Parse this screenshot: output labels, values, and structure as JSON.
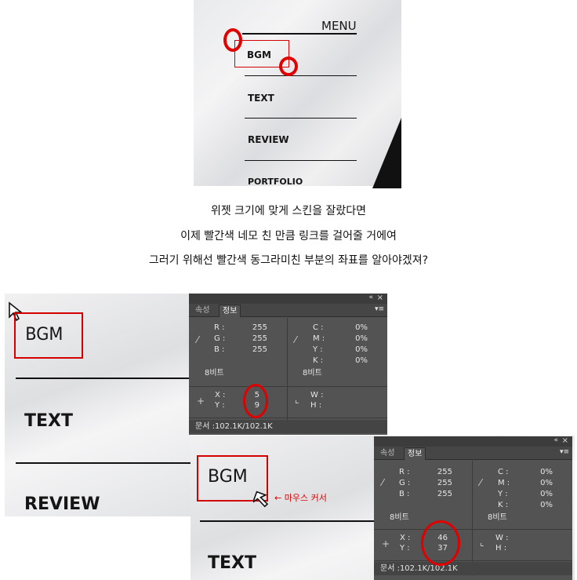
{
  "top_menu": {
    "title": "MENU",
    "items": [
      "BGM",
      "TEXT",
      "REVIEW",
      "PORTFOLIO"
    ]
  },
  "captions": [
    "위젯 크기에 맞게 스킨을 잘랐다면",
    "이제 빨간색 네모 친 만큼 링크를 걸어줄 거에여",
    "그러기 위해선 빨간색 동그라미친 부분의 좌표를 알아야겠져?"
  ],
  "zoom_menu_left": {
    "items": [
      "BGM",
      "TEXT",
      "REVIEW"
    ]
  },
  "zoom_menu_right": {
    "items": [
      "BGM",
      "TEXT"
    ]
  },
  "panel1": {
    "tabs": [
      "속성",
      "정보"
    ],
    "active_tab": "정보",
    "rgb": {
      "r_label": "R :",
      "g_label": "G :",
      "b_label": "B :",
      "r": "255",
      "g": "255",
      "b": "255"
    },
    "cmyk": {
      "c_label": "C :",
      "m_label": "M :",
      "y_label": "Y :",
      "k_label": "K :",
      "c": "0%",
      "m": "0%",
      "y": "0%",
      "k": "0%"
    },
    "bits_left": "8비트",
    "bits_right": "8비트",
    "x_label": "X :",
    "y_label": "Y :",
    "x": "5",
    "y": "9",
    "w_label": "W :",
    "h_label": "H :",
    "doc": "문서 :102.1K/102.1K"
  },
  "panel2": {
    "tabs": [
      "속성",
      "정보"
    ],
    "active_tab": "정보",
    "rgb": {
      "r_label": "R :",
      "g_label": "G :",
      "b_label": "B :",
      "r": "255",
      "g": "255",
      "b": "255"
    },
    "cmyk": {
      "c_label": "C :",
      "m_label": "M :",
      "y_label": "Y :",
      "k_label": "K :",
      "c": "0%",
      "m": "0%",
      "y": "0%",
      "k": "0%"
    },
    "bits_left": "8비트",
    "bits_right": "8비트",
    "x_label": "X :",
    "y_label": "Y :",
    "x": "46",
    "y": "37",
    "w_label": "W :",
    "h_label": "H :",
    "doc": "문서 :102.1K/102.1K"
  },
  "mouse_cursor_label": "← 마우스 커서",
  "colors": {
    "annotation_red": "#e00000",
    "panel_bg": "#535353"
  }
}
